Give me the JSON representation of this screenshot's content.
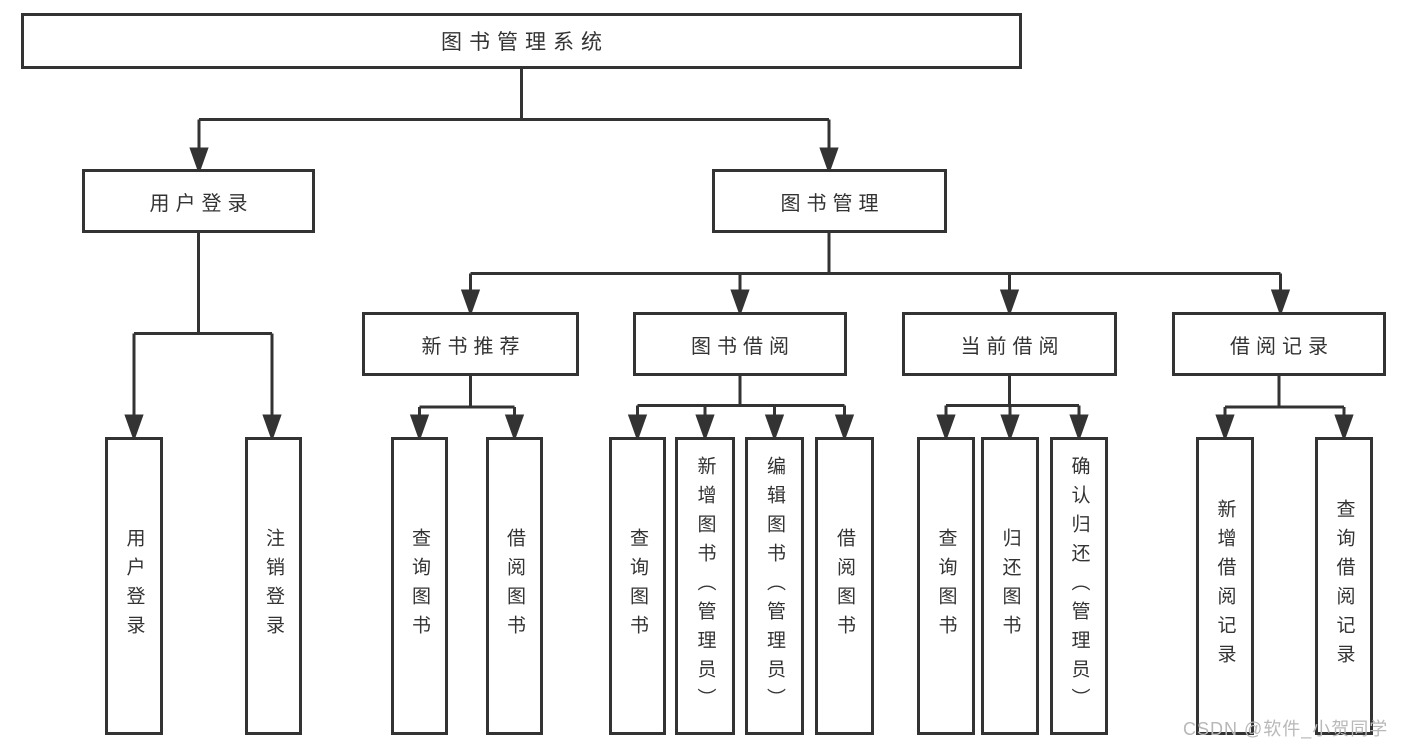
{
  "diagram": {
    "nodes": {
      "root": "图书管理系统",
      "user_login": "用户登录",
      "book_mgmt": "图书管理",
      "new_rec": "新书推荐",
      "borrowing": "图书借阅",
      "current": "当前借阅",
      "records": "借阅记录"
    },
    "leaves": {
      "user_login": "用户登录",
      "logout": "注销登录",
      "nr_query": "查询图书",
      "nr_borrow": "借阅图书",
      "bb_query": "查询图书",
      "bb_add": "新增图书（管理员）",
      "bb_edit": "编辑图书（管理员）",
      "bb_borrow": "借阅图书",
      "cb_query": "查询图书",
      "cb_return": "归还图书",
      "cb_confirm": "确认归还（管理员）",
      "br_add": "新增借阅记录",
      "br_query": "查询借阅记录"
    }
  },
  "watermark": "CSDN @软件_小贺同学",
  "colors": {
    "line": "#333333",
    "text": "#333333",
    "background": "#ffffff",
    "watermark": "#b8b8b8"
  }
}
